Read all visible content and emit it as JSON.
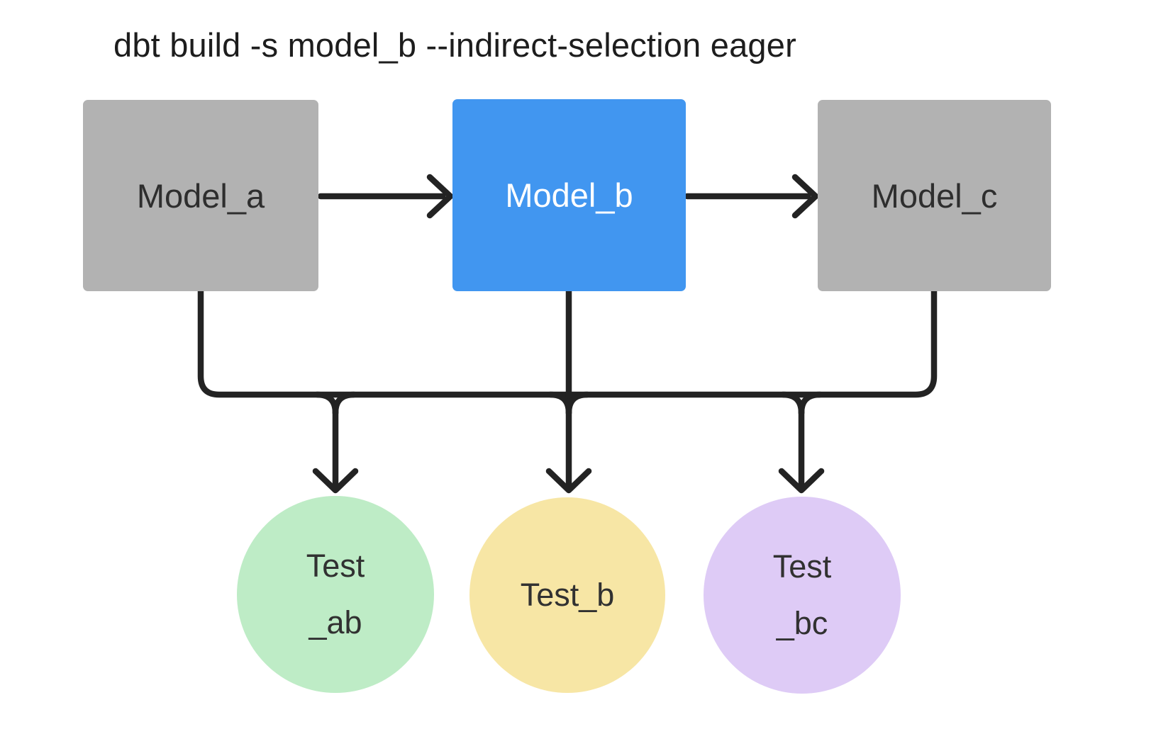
{
  "diagram": {
    "command": "dbt build -s model_b --indirect-selection eager",
    "models": [
      {
        "id": "model_a",
        "label": "Model_a",
        "selected": false,
        "bg": "#b2b2b2",
        "text_color": "#2e2e2e"
      },
      {
        "id": "model_b",
        "label": "Model_b",
        "selected": true,
        "bg": "#4196f0",
        "text_color": "#ffffff"
      },
      {
        "id": "model_c",
        "label": "Model_c",
        "selected": false,
        "bg": "#b2b2b2",
        "text_color": "#2e2e2e"
      }
    ],
    "tests": [
      {
        "id": "test_ab",
        "label_lines": [
          "Test",
          "_ab"
        ],
        "bg": "#beecc6",
        "text_color": "#313131"
      },
      {
        "id": "test_b",
        "label_lines": [
          "Test_b"
        ],
        "bg": "#f7e6a5",
        "text_color": "#313131"
      },
      {
        "id": "test_bc",
        "label_lines": [
          "Test",
          "_bc"
        ],
        "bg": "#decbf6",
        "text_color": "#313131"
      }
    ],
    "edges": [
      {
        "from": "model_a",
        "to": "model_b"
      },
      {
        "from": "model_b",
        "to": "model_c"
      },
      {
        "from": "model_a",
        "to": "test_ab"
      },
      {
        "from": "model_b",
        "to": "test_ab"
      },
      {
        "from": "model_b",
        "to": "test_b"
      },
      {
        "from": "model_b",
        "to": "test_bc"
      },
      {
        "from": "model_c",
        "to": "test_bc"
      }
    ]
  },
  "colors": {
    "background": "#ffffff",
    "line": "#232323",
    "title_text": "#1d1d1d"
  }
}
